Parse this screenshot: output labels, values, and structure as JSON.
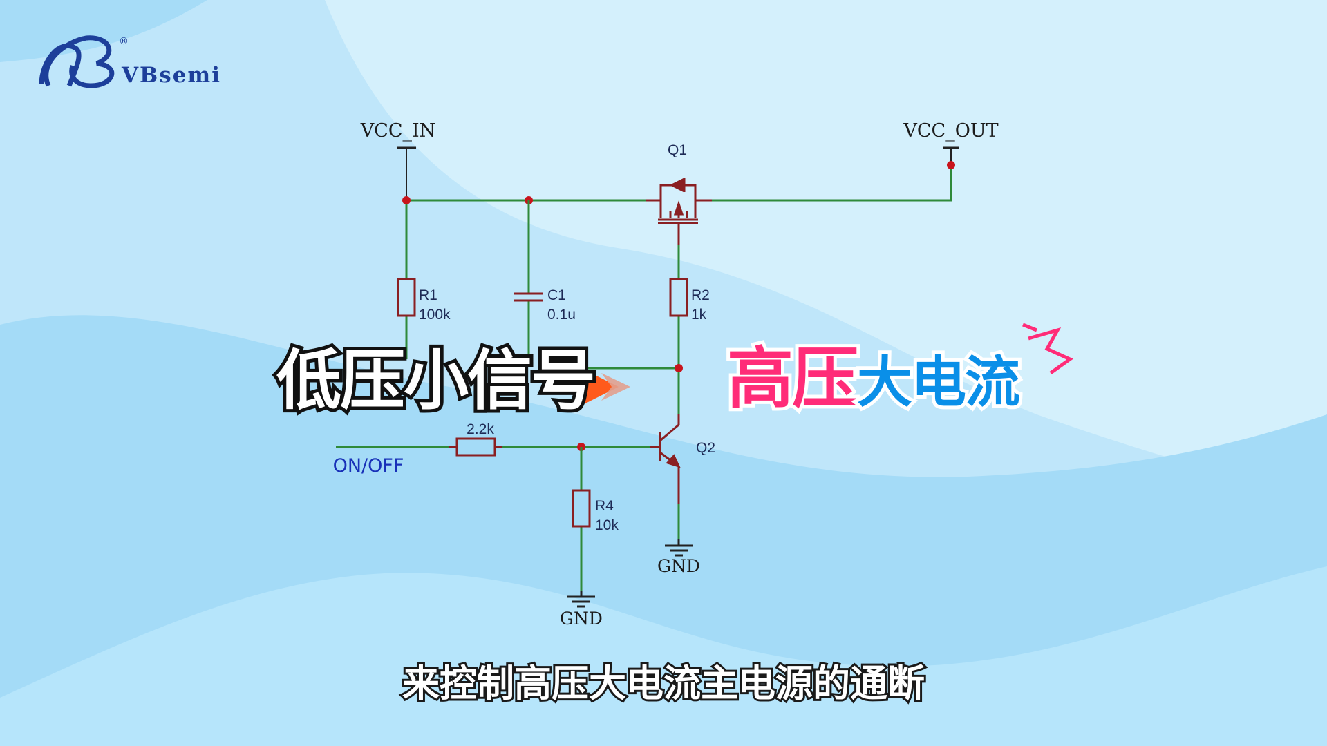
{
  "logo": {
    "brand": "VBsemi",
    "registered": "®"
  },
  "schematic": {
    "vcc_in": "VCC_IN",
    "vcc_out": "VCC_OUT",
    "q1": "Q1",
    "q2": "Q2",
    "r1": {
      "name": "R1",
      "value": "100k"
    },
    "c1": {
      "name": "C1",
      "value": "0.1u"
    },
    "r2": {
      "name": "R2",
      "value": "1k"
    },
    "r3": {
      "value": "2.2k"
    },
    "r4": {
      "name": "R4",
      "value": "10k"
    },
    "on_off": "ON/OFF",
    "gnd_left": "GND",
    "gnd_right": "GND"
  },
  "overlay": {
    "low_signal": "低压小信号",
    "high_part1": "高压",
    "high_part2": "大电流"
  },
  "subtitle": "来控制高压大电流主电源的通断",
  "colors": {
    "wire": "#2f8a3a",
    "component": "#8a1f22",
    "junction": "#c8141c",
    "pink": "#ff2c78",
    "blue": "#0a8fe8"
  }
}
